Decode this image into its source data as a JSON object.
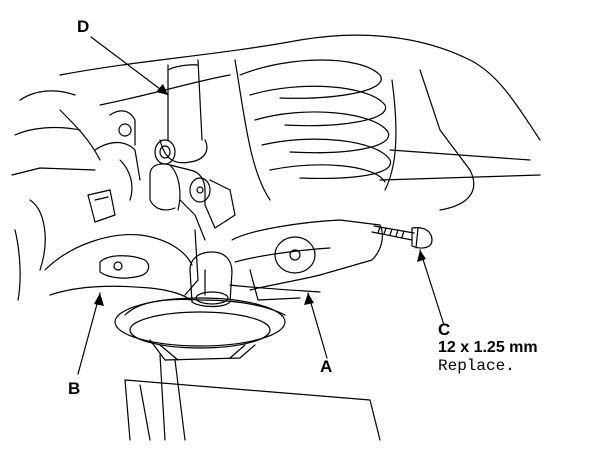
{
  "callouts": {
    "a": "A",
    "b": "B",
    "c": "C",
    "d": "D"
  },
  "bolt_spec": {
    "size": "12 x 1.25 mm",
    "note": "Replace."
  },
  "colors": {
    "ink": "#000000",
    "paper": "#ffffff"
  }
}
